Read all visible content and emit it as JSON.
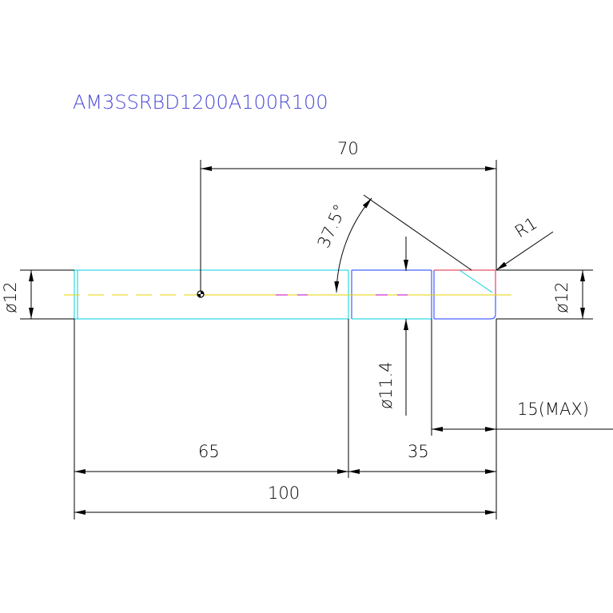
{
  "part_number": "AM3SSRBD1200A100R100",
  "colors": {
    "title": "#4a4ad8",
    "outline": "#00d0e0",
    "tip_outline": "#1a3cff",
    "chamfer": "#e02040",
    "centerline_yellow": "#e6d200",
    "centerline_magenta": "#c000c0",
    "dimension": "#000000"
  },
  "dimensions": {
    "overall_length": "100",
    "shank_length": "65",
    "reduced_length": "35",
    "centre_to_tip": "70",
    "angle": "37.5°",
    "tip_radius": "R1",
    "max_flute": "15(MAX)",
    "shank_diameter_left": "ø12",
    "shank_diameter_right": "ø12",
    "neck_diameter": "ø11.4"
  }
}
